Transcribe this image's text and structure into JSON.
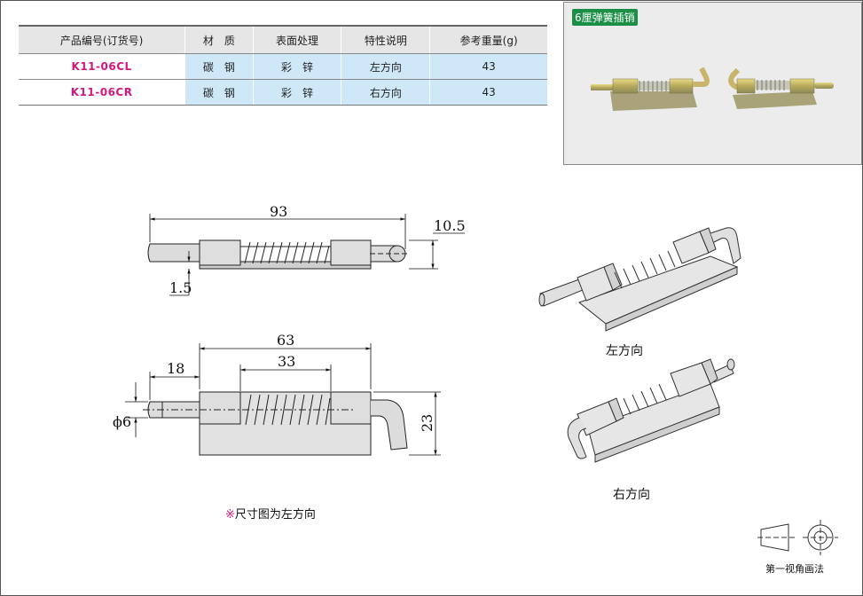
{
  "spec_table": {
    "headers": [
      "产品编号(订货号)",
      "材　质",
      "表面处理",
      "特性说明",
      "参考重量(g)"
    ],
    "rows": [
      {
        "code": "K11-06CL",
        "material": "碳　钢",
        "surface": "彩　锌",
        "feature": "左方向",
        "weight": "43"
      },
      {
        "code": "K11-06CR",
        "material": "碳　钢",
        "surface": "彩　锌",
        "feature": "右方向",
        "weight": "43"
      }
    ]
  },
  "photo": {
    "label": "6厘弹簧插销"
  },
  "dimensions": {
    "top_view": {
      "overall": "93",
      "height": "10.5",
      "plate": "1.5"
    },
    "front_view": {
      "body": "63",
      "spring": "33",
      "pin": "18",
      "diameter": "ϕ6",
      "height": "23"
    }
  },
  "captions": {
    "left": "左方向",
    "right": "右方向"
  },
  "note": {
    "mark": "※",
    "text": "尺寸图为左方向"
  },
  "projection": {
    "label": "第一视角画法"
  },
  "colors": {
    "code_text": "#d4177e",
    "cell_bg": "#cfe8f7",
    "header_bg": "#e6e6e6",
    "photo_label_bg": "#1b8f45"
  }
}
